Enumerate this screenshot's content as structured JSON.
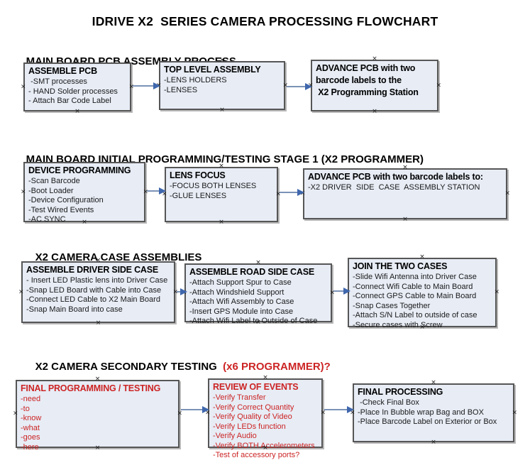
{
  "title": "IDRIVE X2  SERIES CAMERA PROCESSING FLOWCHART",
  "icons": {
    "connection_point": "×"
  },
  "colors": {
    "box_fill": "#e7ecf5",
    "box_border": "#565656",
    "arrow_line": "#7b92b6",
    "arrow_head": "#3f67ad",
    "red_text": "#cc2424"
  },
  "sections": [
    {
      "header": "MAIN BOARD PCB ASSEMBLY PROCESS",
      "header_red": "",
      "boxes": [
        {
          "title": "ASSEMBLE PCB",
          "items": [
            " -SMT processes",
            "- HAND Solder processes",
            "- Attach Bar Code Label"
          ]
        },
        {
          "title": "TOP LEVEL ASSEMBLY",
          "items": [
            "-LENS HOLDERS",
            "-LENSES"
          ]
        },
        {
          "title": "ADVANCE PCB with two\nbarcode labels to the\n X2 Programming Station",
          "items": []
        }
      ]
    },
    {
      "header": "MAIN BOARD INITIAL PROGRAMMING/TESTING STAGE 1 (X2 PROGRAMMER)",
      "header_red": "",
      "boxes": [
        {
          "title": "DEVICE PROGRAMMING",
          "items": [
            "-Scan Barcode",
            "-Boot Loader",
            "-Device Configuration",
            "-Test Wired Events",
            "-AC SYNC"
          ]
        },
        {
          "title": "LENS FOCUS",
          "items": [
            "-FOCUS BOTH LENSES",
            "-GLUE LENSES"
          ]
        },
        {
          "title": "ADVANCE PCB with two barcode labels to:",
          "items": [
            "-X2 DRIVER  SIDE  CASE  ASSEMBLY STATION"
          ]
        }
      ]
    },
    {
      "header": "X2 CAMERA CASE ASSEMBLIES",
      "header_red": "",
      "boxes": [
        {
          "title": "ASSEMBLE DRIVER SIDE CASE",
          "items": [
            "- Insert LED Plastic lens into Driver Case",
            "-Snap LED Board with Cable into Case",
            "-Connect LED Cable to X2 Main Board",
            "-Snap Main Board into case"
          ]
        },
        {
          "title": "ASSEMBLE ROAD SIDE CASE",
          "items": [
            "-Attach Support Spur to Case",
            "-Attach Windshield Support",
            "-Attach Wifi Assembly to Case",
            "-Insert GPS Module into Case",
            "-Attach Wifi Label to Outside of Case"
          ]
        },
        {
          "title": "JOIN THE TWO CASES",
          "items": [
            "-Slide Wifi Antenna into Driver Case",
            "-Connect Wifi Cable to Main Board",
            "-Connect GPS Cable to Main Board",
            "-Snap Cases Together",
            "-Attach S/N Label to outside of case",
            "-Secure cases with Screw"
          ]
        }
      ]
    },
    {
      "header": "X2 CAMERA SECONDARY TESTING  ",
      "header_red": "(x6 PROGRAMMER)?",
      "boxes": [
        {
          "title": "FINAL PROGRAMMING / TESTING",
          "items": [
            "-need",
            "-to",
            "-know",
            "-what",
            "-goes",
            "-here"
          ]
        },
        {
          "title": "REVIEW OF EVENTS",
          "items": [
            "-Verify Transfer",
            "-Verify Correct Quantity",
            "-Verify Quality of Video",
            "-Verify LEDs function",
            "-Verify Audio",
            "-Verify BOTH Accelerometers",
            "-Test of accessory ports?"
          ]
        },
        {
          "title": "FINAL PROCESSING",
          "items": [
            " -Check Final Box",
            "-Place In Bubble wrap Bag and BOX",
            "-Place Barcode Label on Exterior or Box"
          ]
        }
      ]
    }
  ]
}
